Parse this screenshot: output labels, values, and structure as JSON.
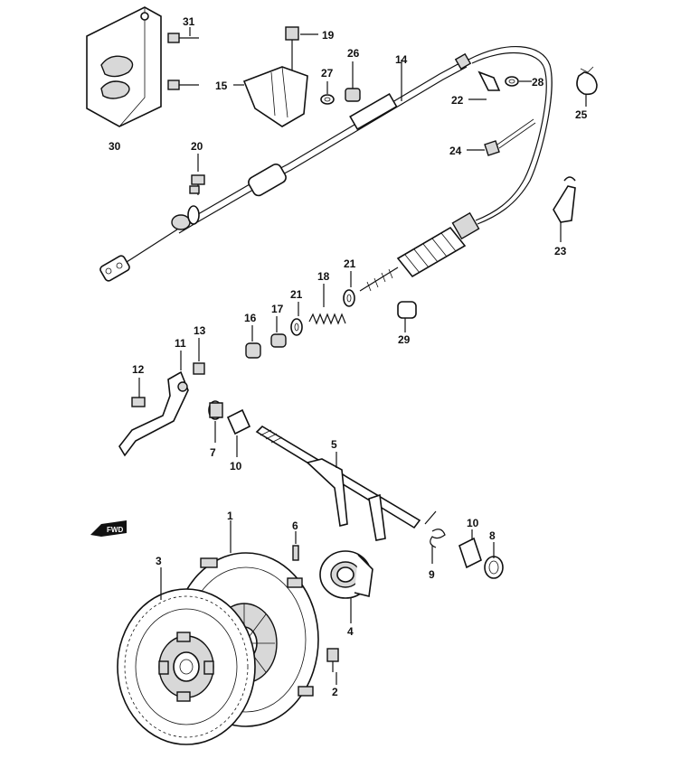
{
  "diagram": {
    "fwd_label": "FWD",
    "callouts": [
      {
        "id": "c1",
        "text": "1"
      },
      {
        "id": "c2",
        "text": "2"
      },
      {
        "id": "c3",
        "text": "3"
      },
      {
        "id": "c4",
        "text": "4"
      },
      {
        "id": "c5",
        "text": "5"
      },
      {
        "id": "c6",
        "text": "6"
      },
      {
        "id": "c7",
        "text": "7"
      },
      {
        "id": "c8",
        "text": "8"
      },
      {
        "id": "c9",
        "text": "9"
      },
      {
        "id": "c10a",
        "text": "10"
      },
      {
        "id": "c10b",
        "text": "10"
      },
      {
        "id": "c11",
        "text": "11"
      },
      {
        "id": "c12",
        "text": "12"
      },
      {
        "id": "c13",
        "text": "13"
      },
      {
        "id": "c14",
        "text": "14"
      },
      {
        "id": "c15",
        "text": "15"
      },
      {
        "id": "c16",
        "text": "16"
      },
      {
        "id": "c17",
        "text": "17"
      },
      {
        "id": "c18",
        "text": "18"
      },
      {
        "id": "c19",
        "text": "19"
      },
      {
        "id": "c20",
        "text": "20"
      },
      {
        "id": "c21a",
        "text": "21"
      },
      {
        "id": "c21b",
        "text": "21"
      },
      {
        "id": "c22",
        "text": "22"
      },
      {
        "id": "c23",
        "text": "23"
      },
      {
        "id": "c24",
        "text": "24"
      },
      {
        "id": "c25",
        "text": "25"
      },
      {
        "id": "c26",
        "text": "26"
      },
      {
        "id": "c27",
        "text": "27"
      },
      {
        "id": "c28",
        "text": "28"
      },
      {
        "id": "c29",
        "text": "29"
      },
      {
        "id": "c30",
        "text": "30"
      },
      {
        "id": "c31",
        "text": "31"
      }
    ]
  }
}
